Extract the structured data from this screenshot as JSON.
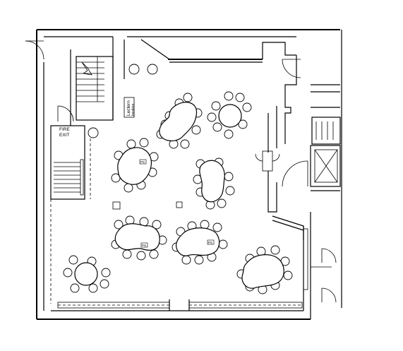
{
  "labels": {
    "fire_exit_line1": "FIRE",
    "fire_exit_line2": "EXIT",
    "lectern_line1": "Lectern",
    "lectern_line2": "location"
  },
  "table_tag": "PS",
  "colors": {
    "line": "#000000",
    "background": "#ffffff"
  }
}
